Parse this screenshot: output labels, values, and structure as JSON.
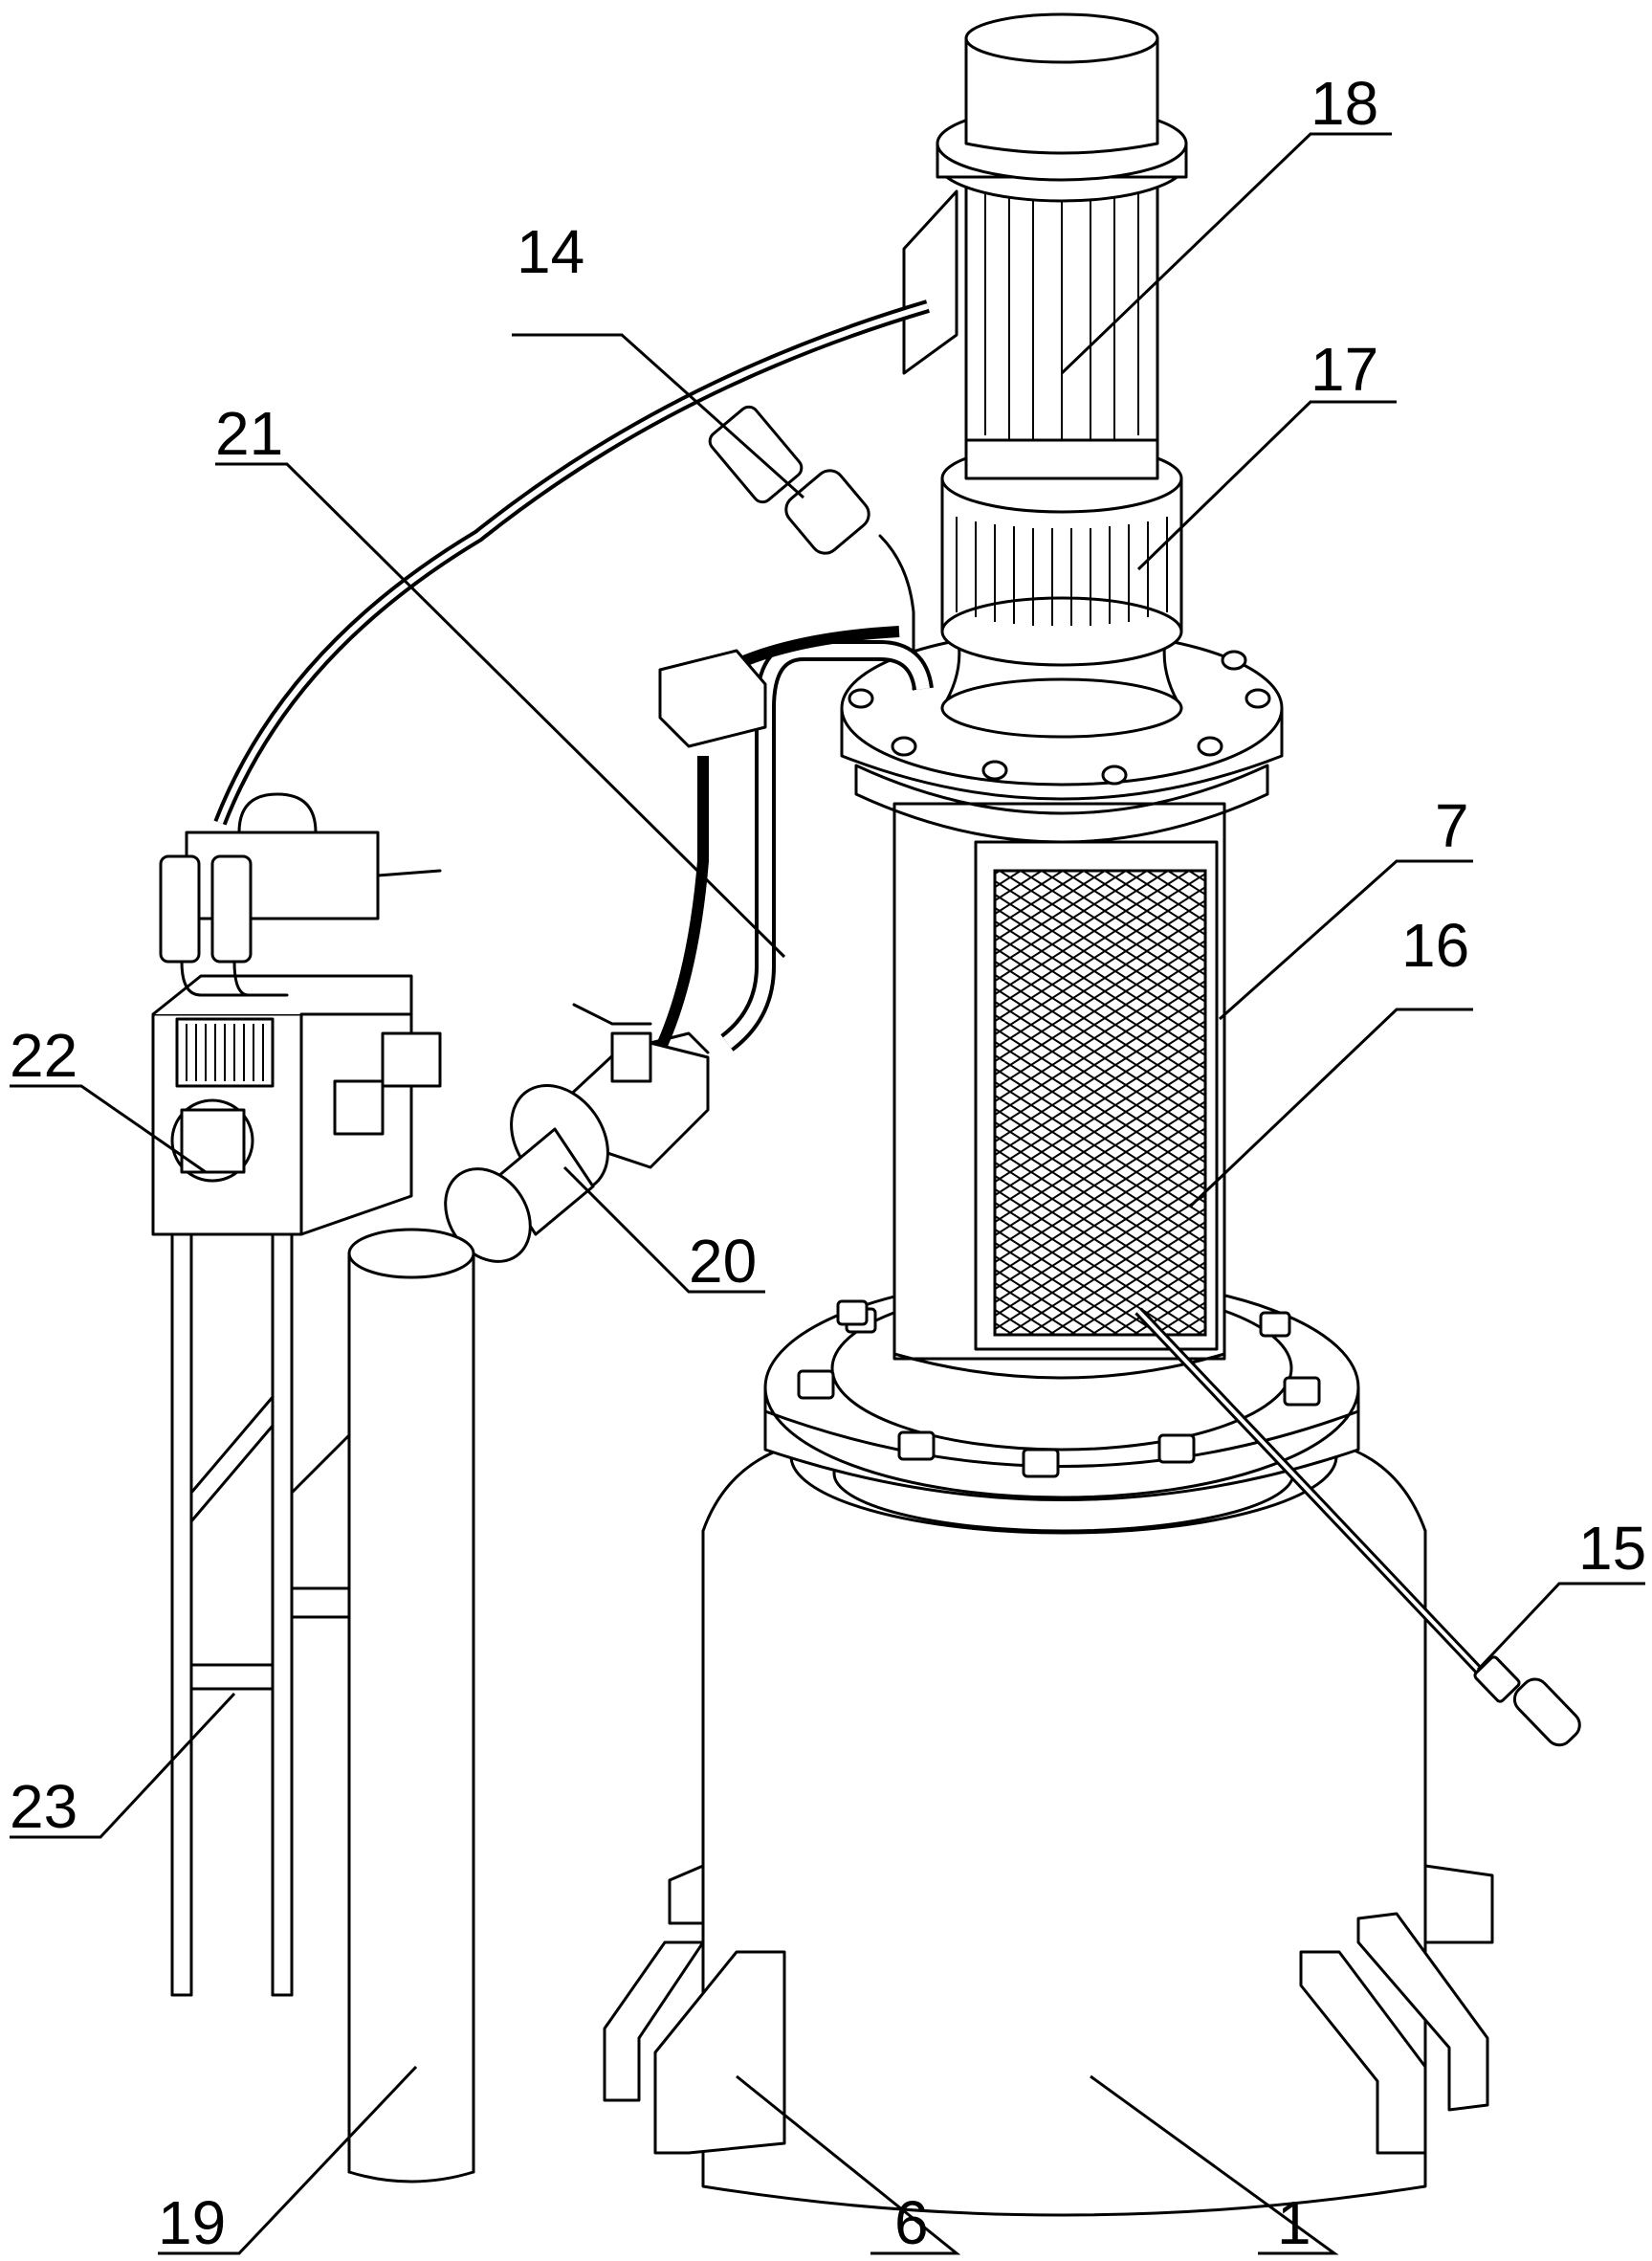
{
  "labels": {
    "l1": "1",
    "l6": "6",
    "l7": "7",
    "l14": "14",
    "l15": "15",
    "l16": "16",
    "l17": "17",
    "l18": "18",
    "l19": "19",
    "l20": "20",
    "l21": "21",
    "l22": "22",
    "l23": "23"
  }
}
